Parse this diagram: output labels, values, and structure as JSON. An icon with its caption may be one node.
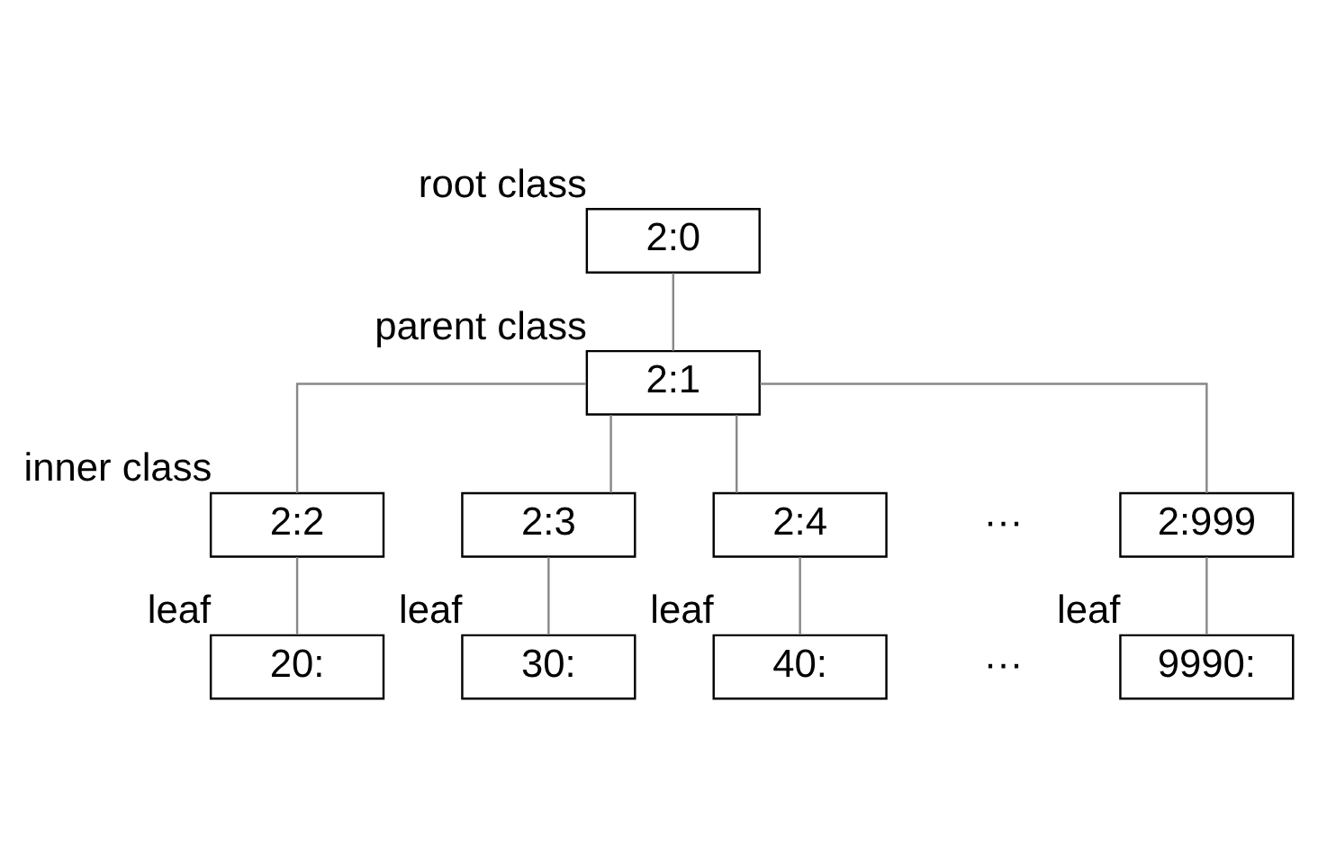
{
  "diagram": {
    "nodes": [
      {
        "text": [
          "2:0"
        ],
        "beside": [
          "root class"
        ]
      },
      {
        "text": [
          "2:1"
        ],
        "beside": [
          "parent class"
        ]
      },
      {
        "text": [
          "2:2"
        ],
        "beside": [
          "inner class"
        ]
      },
      {
        "text": [
          "2:3"
        ]
      },
      {
        "text": [
          "2:4"
        ]
      },
      {
        "text": [
          "2:999"
        ]
      },
      {
        "text": [
          "20:"
        ],
        "beside": [
          "leaf"
        ]
      },
      {
        "text": [
          "30:"
        ],
        "beside": [
          "leaf"
        ]
      },
      {
        "text": [
          "40:"
        ],
        "beside": [
          "leaf"
        ]
      },
      {
        "text": [
          "9990:"
        ],
        "beside": [
          "leaf"
        ]
      }
    ],
    "edges": [
      {
        "from": 0,
        "to": 1,
        "arrow": "none"
      },
      {
        "from": 1,
        "to": 2,
        "arrow": "none"
      },
      {
        "from": 1,
        "to": 3,
        "arrow": "none"
      },
      {
        "from": 1,
        "to": 4,
        "arrow": "none"
      },
      {
        "from": 1,
        "to": 5,
        "arrow": "none"
      },
      {
        "from": 2,
        "to": 6,
        "arrow": "none"
      },
      {
        "from": 3,
        "to": 7,
        "arrow": "none"
      },
      {
        "from": 4,
        "to": 8,
        "arrow": "none"
      },
      {
        "from": 5,
        "to": 9,
        "arrow": "none"
      }
    ],
    "labels": [
      "···",
      "···"
    ]
  }
}
